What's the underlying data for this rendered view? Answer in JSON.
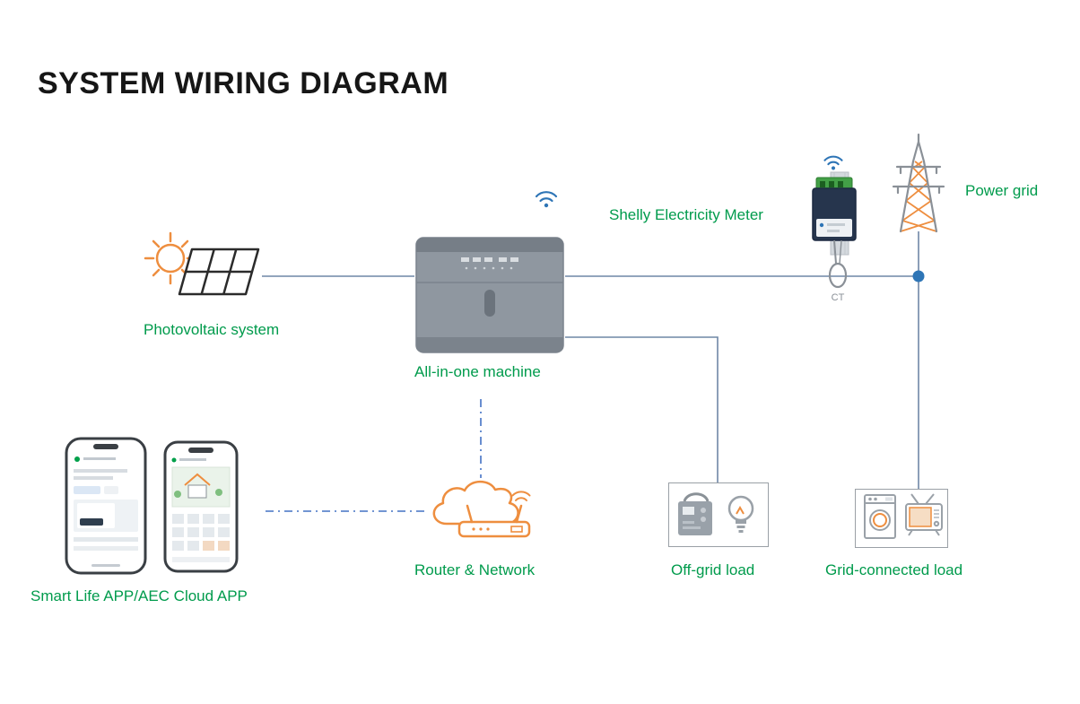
{
  "title": "SYSTEM WIRING DIAGRAM",
  "colors": {
    "label_green": "#009B4C",
    "accent_orange": "#EE8E3F",
    "wifi_blue": "#2E75B6",
    "line_gray": "#6F87A6",
    "dash_blue": "#4472C4",
    "device_gray": "#8F97A0"
  },
  "nodes": {
    "photovoltaic": {
      "label": "Photovoltaic system"
    },
    "all_in_one": {
      "label": "All-in-one machine"
    },
    "shelly_meter": {
      "label": "Shelly Electricity Meter"
    },
    "ct": {
      "label": "CT"
    },
    "power_grid": {
      "label": "Power grid"
    },
    "apps": {
      "label": "Smart Life APP/AEC Cloud APP"
    },
    "router": {
      "label": "Router & Network"
    },
    "off_grid_load": {
      "label": "Off-grid load"
    },
    "grid_connected_load": {
      "label": "Grid-connected load"
    }
  }
}
